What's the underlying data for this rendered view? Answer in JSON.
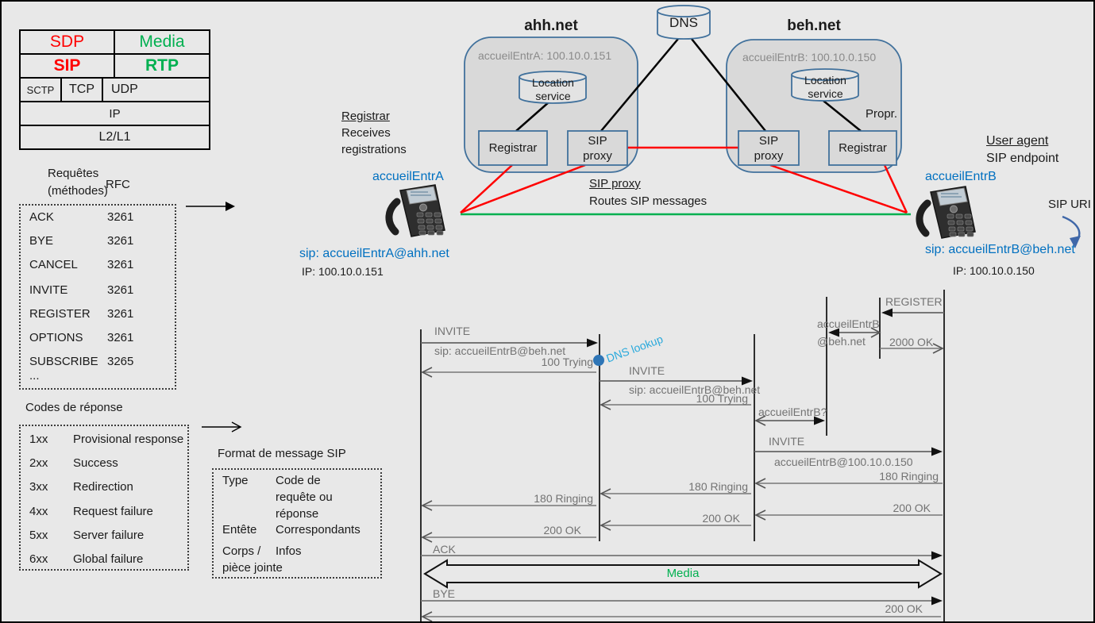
{
  "colors": {
    "red": "#FF0000",
    "green": "#00B050",
    "blue_text": "#0070C0",
    "light_blue": "#29A9DC",
    "node_border": "#41719C",
    "domain_fill": "#D9D9D9",
    "gray_label": "#737373",
    "link_red": "#FF0000",
    "link_green": "#00B050"
  },
  "stack": {
    "sdp": "SDP",
    "media": "Media",
    "sip": "SIP",
    "rtp": "RTP",
    "sctp": "SCTP",
    "tcp": "TCP",
    "udp": "UDP",
    "ip": "IP",
    "l2l1": "L2/L1"
  },
  "requests": {
    "header_line1": "Requêtes",
    "header_line2": "(méthodes)",
    "rfc_header": "RFC",
    "rows": [
      {
        "method": "ACK",
        "rfc": "3261"
      },
      {
        "method": "BYE",
        "rfc": "3261"
      },
      {
        "method": "CANCEL",
        "rfc": "3261"
      },
      {
        "method": "INVITE",
        "rfc": "3261"
      },
      {
        "method": "REGISTER",
        "rfc": "3261"
      },
      {
        "method": "OPTIONS",
        "rfc": "3261"
      },
      {
        "method": "SUBSCRIBE",
        "rfc": "3265"
      }
    ],
    "more": "..."
  },
  "response_codes": {
    "title": "Codes de réponse",
    "rows": [
      {
        "code": "1xx",
        "label": "Provisional response"
      },
      {
        "code": "2xx",
        "label": "Success"
      },
      {
        "code": "3xx",
        "label": "Redirection"
      },
      {
        "code": "4xx",
        "label": "Request failure"
      },
      {
        "code": "5xx",
        "label": "Server failure"
      },
      {
        "code": "6xx",
        "label": "Global failure"
      }
    ]
  },
  "sip_format": {
    "title": "Format de message SIP",
    "rows": [
      {
        "label": [
          "Type"
        ],
        "value": [
          "Code de",
          "requête ou",
          "réponse"
        ]
      },
      {
        "label": [
          "Entête"
        ],
        "value": [
          "Correspondants"
        ]
      },
      {
        "label": [
          "Corps /",
          "pièce jointe"
        ],
        "value": [
          "Infos"
        ]
      }
    ]
  },
  "network": {
    "dns": "DNS",
    "domain_a": {
      "title": "ahh.net",
      "subtitle": "accueilEntrA: 100.10.0.151",
      "location_service": [
        "Location",
        "service"
      ],
      "registrar": "Registrar",
      "sip_proxy": [
        "SIP",
        "proxy"
      ]
    },
    "domain_b": {
      "title": "beh.net",
      "subtitle": "accueilEntrB: 100.10.0.150",
      "location_service": [
        "Location",
        "service"
      ],
      "registrar": "Registrar",
      "sip_proxy": [
        "SIP",
        "proxy"
      ],
      "propr": "Propr."
    },
    "registrar_note": {
      "title": "Registrar",
      "line1": "Receives",
      "line2": "registrations"
    },
    "proxy_note": {
      "title": "SIP proxy",
      "line1": "Routes SIP messages"
    },
    "user_agent_note": {
      "title": "User agent",
      "line1": "SIP endpoint"
    },
    "sip_uri_label": "SIP URI",
    "phone_a": {
      "name": "accueilEntrA",
      "sip": "sip: accueilEntrA@ahh.net",
      "ip": "IP: 100.10.0.151"
    },
    "phone_b": {
      "name": "accueilEntrB",
      "sip": "sip: accueilEntrB@beh.net",
      "ip": "IP: 100.10.0.150"
    }
  },
  "sequence": {
    "register": "REGISTER",
    "store": [
      "accueilEntrB",
      "@beh.net"
    ],
    "ok2000": "2000 OK",
    "invite_a": {
      "label": "INVITE",
      "sub": "sip: accueilEntrB@beh.net"
    },
    "trying_a": "100 Trying",
    "dns_lookup": "DNS lookup",
    "invite_ab": {
      "label": "INVITE",
      "sub": "sip: accueilEntrB@beh.net"
    },
    "trying_ab": "100 Trying",
    "query": "accueilEntrB?",
    "invite_b": {
      "label": "INVITE",
      "sub": "accueilEntrB@100.10.0.150"
    },
    "ringing": [
      "180 Ringing",
      "180 Ringing",
      "180 Ringing"
    ],
    "ok200": [
      "200 OK",
      "200 OK",
      "200 OK"
    ],
    "ack": "ACK",
    "media": "Media",
    "bye": "BYE",
    "ok_final": "200 OK"
  }
}
